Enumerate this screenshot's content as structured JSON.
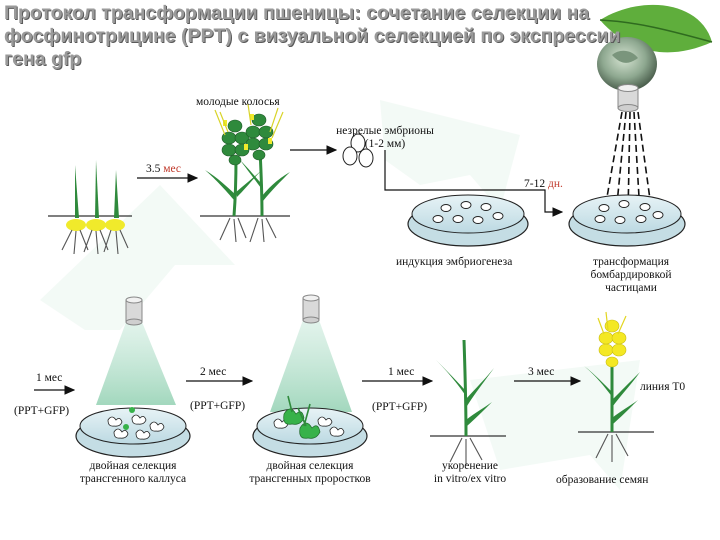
{
  "title": "Протокол трансформации пшеницы: сочетание селекции на фосфинотрицине (PPT) с визуальной селекцией по экспрессии гена gfp",
  "labels": {
    "young_ears": "молодые колосья",
    "immature_embryos_1": "незрелые эмбрионы",
    "immature_embryos_2": "(1-2 мм)",
    "time_3_5_num": "3.5",
    "time_3_5_unit": "мес",
    "time_7_12_num": "7-12",
    "time_7_12_unit": "дн.",
    "embryogenesis": "индукция эмбриогенеза",
    "bombardment_1": "трансформация",
    "bombardment_2": "бомбардировкой",
    "bombardment_3": "частицами",
    "time_1_month_a": "1 мес",
    "time_2_months": "2 мес",
    "time_1_month_b": "1 мес",
    "time_3_months": "3 мес",
    "ppt_gfp_1": "(PPT+GFP)",
    "ppt_gfp_2": "(PPT+GFP)",
    "ppt_gfp_3": "(PPT+GFP)",
    "line_t0": "линия Т0",
    "callus_selection_1": "двойная селекция",
    "callus_selection_2": "трансгенного каллуса",
    "sprout_selection_1": "двойная селекция",
    "sprout_selection_2": "трансгенных проростков",
    "rooting_1": "укоренение",
    "rooting_2": "in vitro/ex vitro",
    "seed_formation": "образование семян"
  },
  "colors": {
    "title": "#9a9a9a",
    "accent_red": "#c0392b",
    "leaf_green": "#3b9a3b",
    "dish_blue": "#cfe6ec",
    "ear_yellow": "#f4e823",
    "gfp_green": "#37b24a"
  }
}
